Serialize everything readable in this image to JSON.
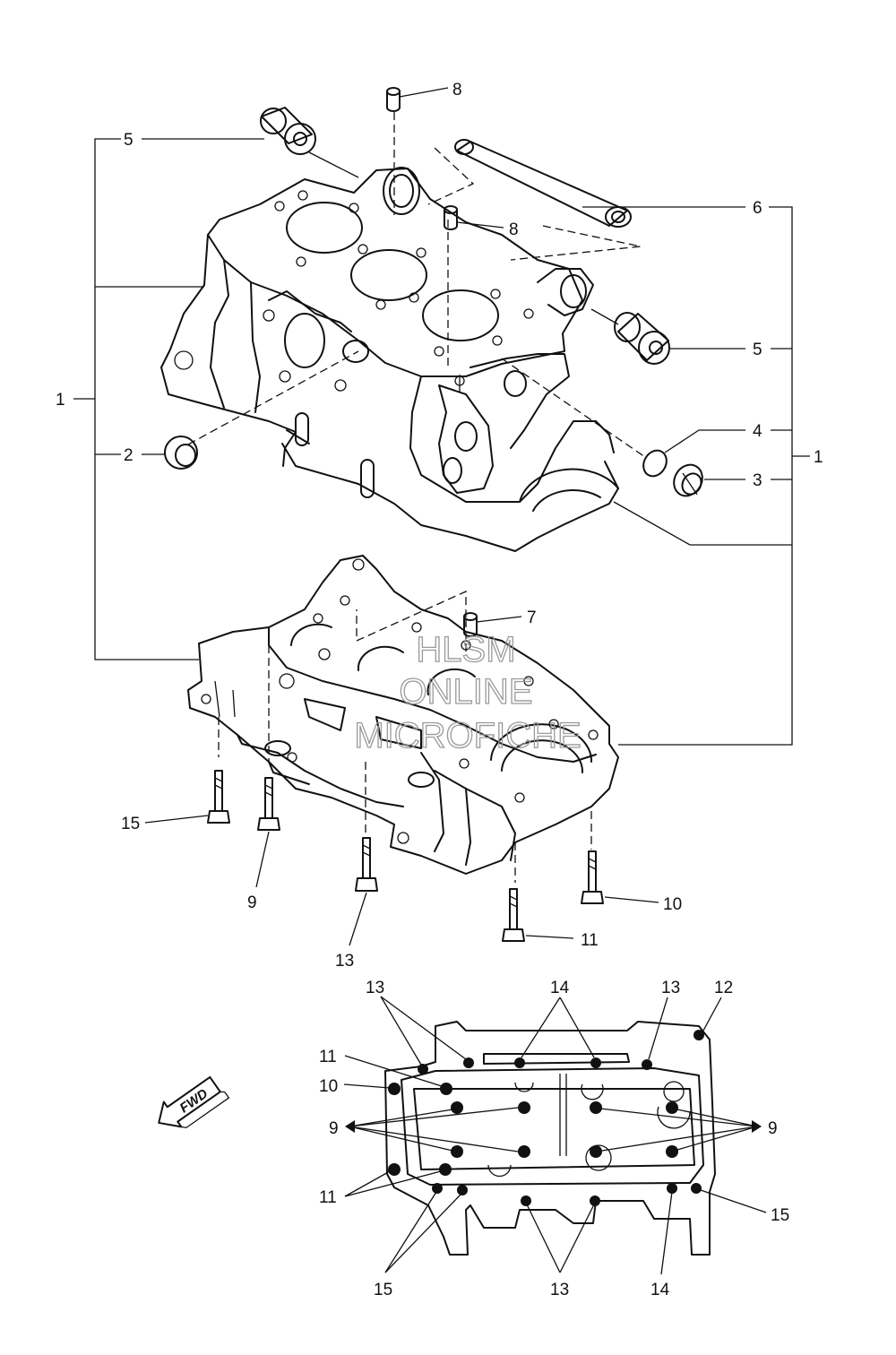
{
  "callouts": {
    "c1_left": "1",
    "c1_right": "1",
    "c2": "2",
    "c3": "3",
    "c4": "4",
    "c5_top": "5",
    "c5_right": "5",
    "c6": "6",
    "c7": "7",
    "c8_top": "8",
    "c8_mid": "8",
    "c9": "9",
    "c10": "10",
    "c11": "11",
    "c13": "13",
    "c15": "15"
  },
  "bolt_map": {
    "l13_top": "13",
    "l14_top": "14",
    "l13_top_right": "13",
    "l12": "12",
    "l11_upper": "11",
    "l10": "10",
    "l9_left": "9",
    "l9_right": "9",
    "l11_lower": "11",
    "l15_right": "15",
    "l15_bottom": "15",
    "l13_bottom": "13",
    "l14_bottom": "14"
  },
  "fwd_arrow": "FWD",
  "watermark": [
    "HLSM",
    "ONLINE",
    "MICROFICHE"
  ]
}
